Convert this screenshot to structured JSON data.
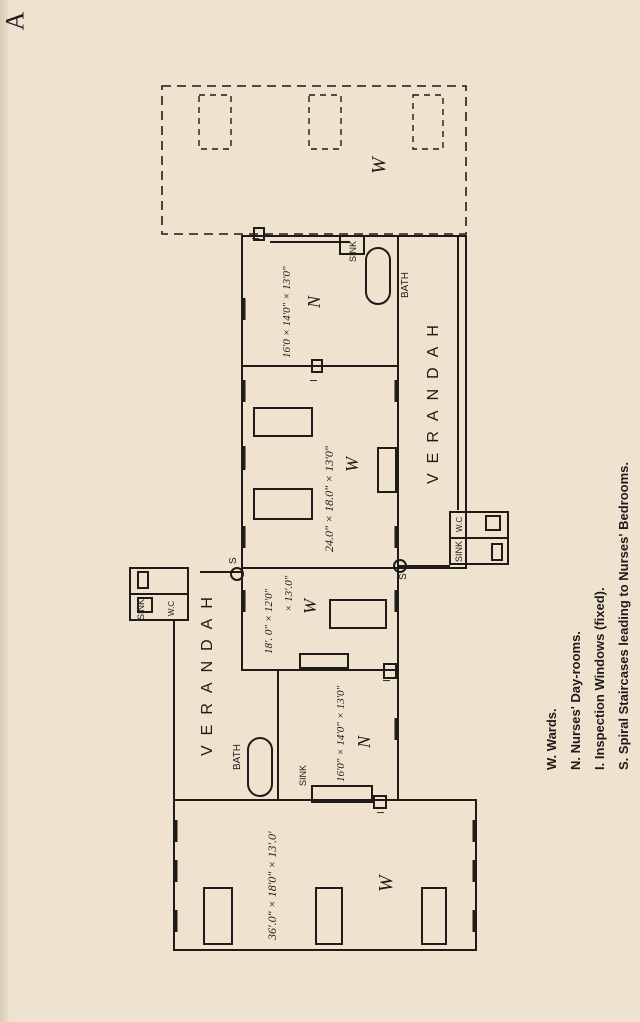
{
  "corner_letter": "A",
  "labels": {
    "ward": "W",
    "nurses_room": "N",
    "verandah": "VERANDAH",
    "sink": "SINK",
    "bath": "BATH",
    "wc": "W.C",
    "inspection": "I",
    "staircase": "S"
  },
  "dimensions": {
    "nurses_top": "16'0 × 14'0\" × 13'0\"",
    "ward_upper": "24.0\" × 18.0\" × 13'0\"",
    "ward_middle_a": "18'. 0\" × 12'0\"",
    "ward_middle_b": "× 13'.0\"",
    "nurses_lower": "16'0\" × 14'0\" × 13'0\"",
    "ward_bottom": "36'.0\" × 18'0\" × 13'.0'"
  },
  "legend": [
    "W.  Wards.",
    "N.  Nurses' Day-rooms.",
    "I.  Inspection Windows (fixed).",
    "S.  Spiral Staircases leading to Nurses' Bedrooms."
  ]
}
